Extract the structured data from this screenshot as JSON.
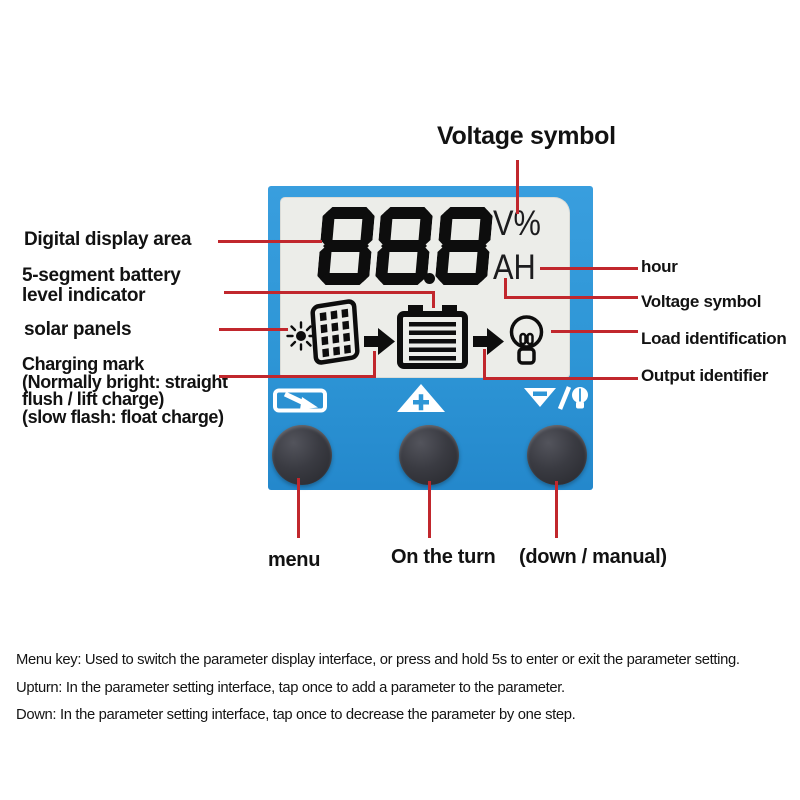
{
  "device": {
    "display": {
      "value": "88.8",
      "unit_voltage_percent": "V%",
      "unit_amp_hour": "AH"
    },
    "lcd_icons": [
      "sun-icon",
      "solar-panel-icon",
      "arrow-right-icon",
      "battery-icon",
      "arrow-right-icon",
      "light-bulb-icon"
    ],
    "panel_symbols": [
      "battery-arrow-icon",
      "triangle-plus-icon",
      "triangle-minus-bulb-icon"
    ],
    "buttons": [
      "menu-button",
      "up-button",
      "down-button"
    ]
  },
  "callouts": {
    "top_voltage": {
      "label": "Voltage symbol"
    },
    "digital_display": {
      "label": "Digital display area"
    },
    "battery_indicator": {
      "lines": [
        "5-segment battery",
        "level indicator"
      ]
    },
    "solar_panels": {
      "label": "solar panels"
    },
    "charging_mark": {
      "lines": [
        "Charging mark",
        "(Normally bright: straight",
        "flush / lift charge)",
        "(slow flash: float charge)"
      ]
    },
    "hour": {
      "label": "hour"
    },
    "voltage_symbol_right": {
      "label": "Voltage symbol"
    },
    "load_identification": {
      "label": "Load identification"
    },
    "output_identifier": {
      "label": "Output identifier"
    },
    "button_menu": {
      "label": "menu"
    },
    "button_up": {
      "label": "On the turn"
    },
    "button_down": {
      "label": "(down / manual)"
    }
  },
  "footnotes": [
    "Menu key: Used to switch the parameter display interface, or press and hold 5s to enter or exit the parameter setting.",
    "Upturn: In the parameter setting interface, tap once to add a parameter to the parameter.",
    "Down: In the parameter setting interface, tap once to decrease the parameter by one step."
  ],
  "colors": {
    "device_blue": "#2E96D6",
    "lcd_background": "#ECEDE9",
    "callout_red": "#C1272D",
    "button_dark": "#34353B",
    "text_black": "#161616"
  }
}
